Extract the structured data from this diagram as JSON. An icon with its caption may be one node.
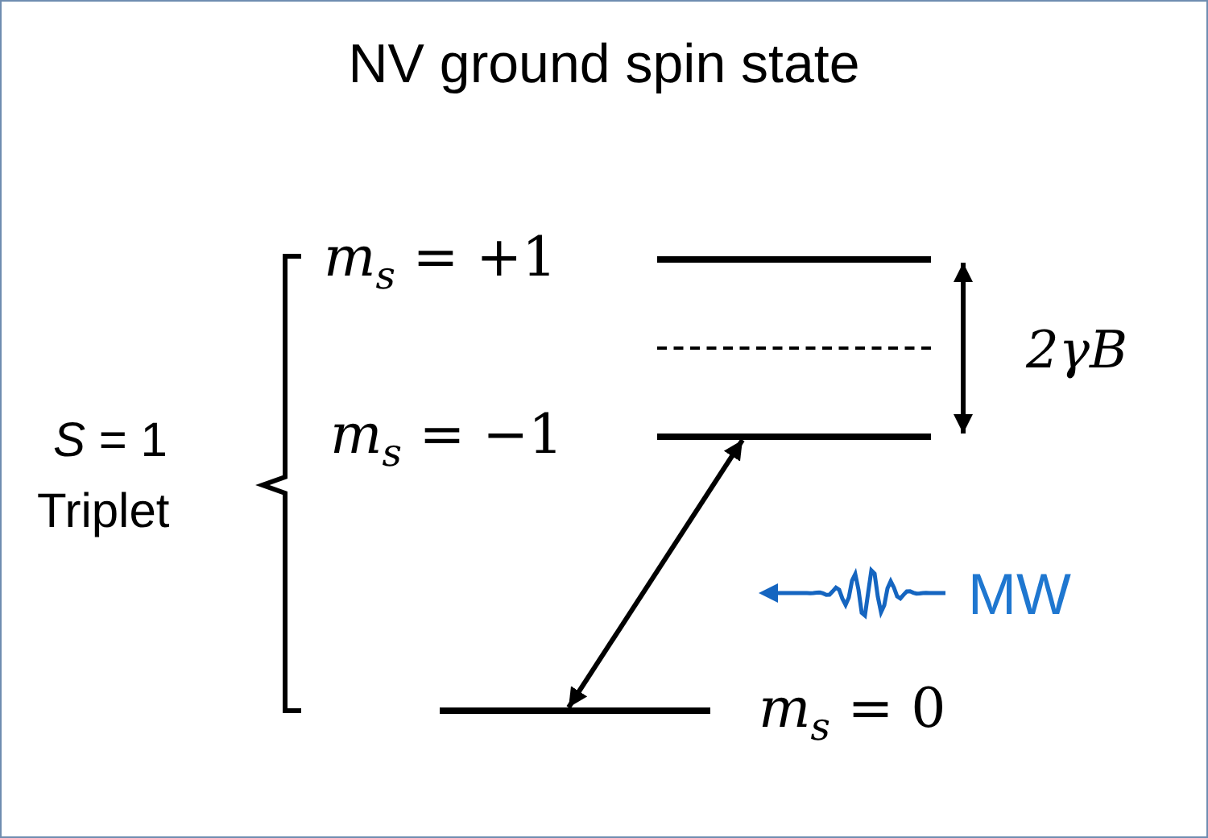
{
  "diagram": {
    "title": "NV ground spin state",
    "nodes": [
      {
        "text": [],
        "shape": "bar",
        "beside": [
          "*m*$_{s}$ = +1"
        ]
      },
      {
        "text": [],
        "shape": "bar"
      },
      {
        "text": [],
        "shape": "bar",
        "beside": [
          "*m*$_{s}$ = −1"
        ]
      },
      {
        "text": [],
        "shape": "bar",
        "beside": [
          "*m*$_{s}$ = 0"
        ]
      }
    ],
    "edges": [
      {
        "from": 3,
        "to": 2,
        "arrow": "both"
      },
      {
        "from": 0,
        "to": 2,
        "arrow": "both",
        "label": "2γB"
      }
    ],
    "labels": [
      "*S* = 1",
      "Triplet",
      "MW"
    ]
  }
}
